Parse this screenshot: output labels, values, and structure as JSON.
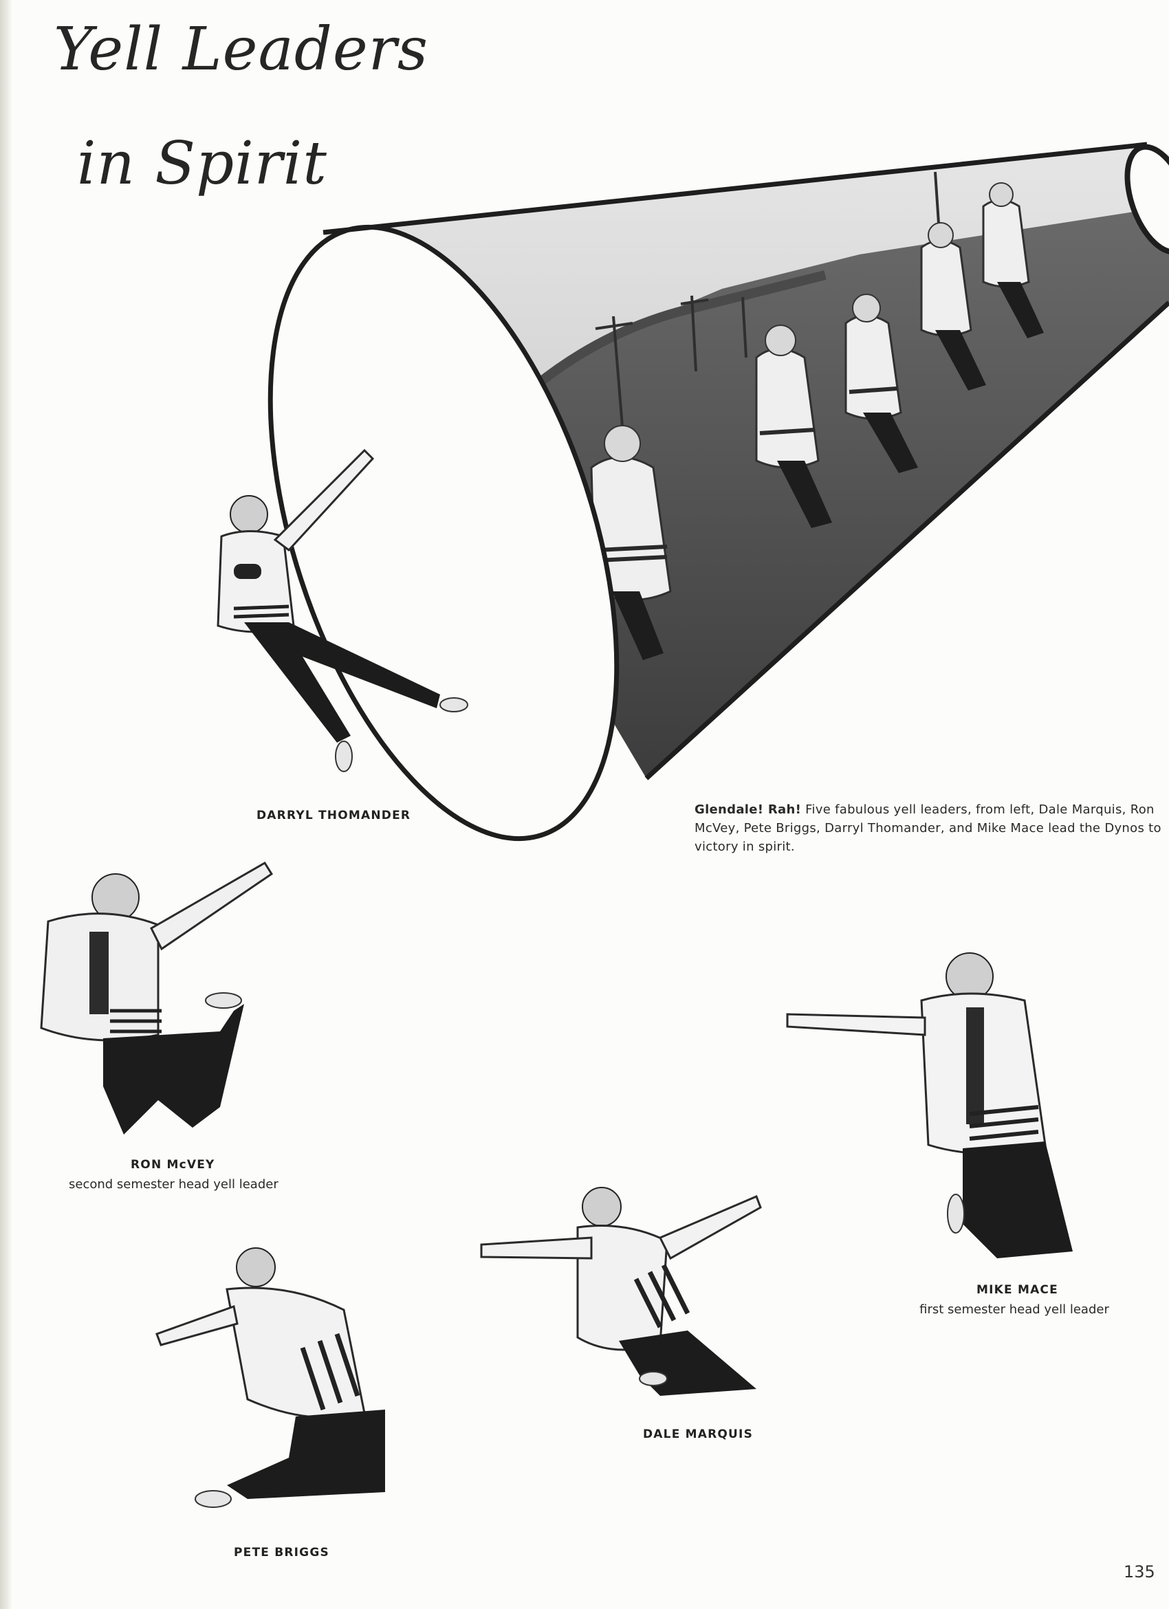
{
  "title": {
    "line1": "Yell Leaders",
    "line2": "in Spirit"
  },
  "captions": {
    "darryl": {
      "name": "DARRYL THOMANDER"
    },
    "ron": {
      "name": "RON McVEY",
      "role": "second semester head yell leader"
    },
    "pete": {
      "name": "PETE BRIGGS"
    },
    "dale": {
      "name": "DALE MARQUIS"
    },
    "mike": {
      "name": "MIKE MACE",
      "role": "first semester head yell leader"
    }
  },
  "group_caption": {
    "lead": "Glendale! Rah!",
    "text": " Five fabulous yell leaders, from left, Dale Marquis, Ron McVey, Pete Briggs, Darryl Thomander, and Mike Mace lead the Dynos to victory in spirit."
  },
  "page_number": "135",
  "colors": {
    "ink": "#1f1f1f",
    "paper": "#fcfcfa",
    "photo_sky": "#cfcfcf",
    "photo_field": "#585858"
  }
}
